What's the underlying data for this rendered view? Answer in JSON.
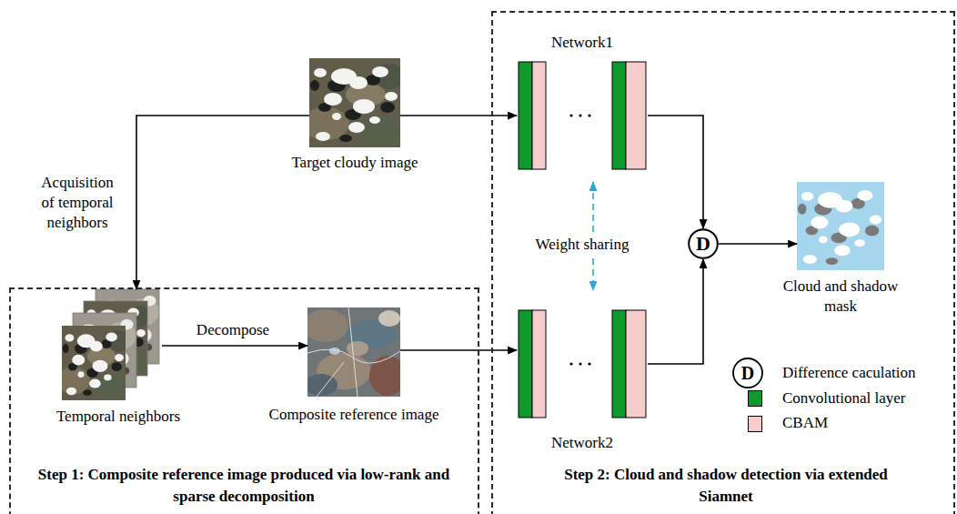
{
  "diagram": {
    "nodes": [
      {
        "text": [
          "Target cloudy image"
        ]
      },
      {
        "text": [
          "Step 1: Composite reference image produced via low-rank and sparse decomposition"
        ]
      },
      {
        "text": [
          "Temporal neighbors"
        ],
        "in": 1
      },
      {
        "text": [
          "Composite reference image"
        ],
        "in": 1
      },
      {
        "text": [
          "Step 2: Cloud and shadow detection via extended Siamnet"
        ]
      },
      {
        "text": [
          "Network1"
        ],
        "in": 4
      },
      {
        "text": [
          "Network2"
        ],
        "in": 4
      },
      {
        "text": [
          "D"
        ],
        "in": 4
      },
      {
        "text": [
          "Cloud and shadow mask"
        ],
        "in": 4
      }
    ],
    "edges": [
      {
        "from": 0,
        "to": 2,
        "arrow": "to",
        "label": "Acquisition of temporal neighbors"
      },
      {
        "from": 0,
        "to": 5,
        "arrow": "to"
      },
      {
        "from": 2,
        "to": 3,
        "arrow": "to",
        "label": "Decompose"
      },
      {
        "from": 3,
        "to": 6,
        "arrow": "to"
      },
      {
        "from": 5,
        "to": 7,
        "arrow": "to"
      },
      {
        "from": 6,
        "to": 7,
        "arrow": "to"
      },
      {
        "from": 7,
        "to": 8,
        "arrow": "to"
      },
      {
        "from": 5,
        "to": 6,
        "arrow": "both",
        "label": "Weight sharing"
      }
    ],
    "labels": [
      "D"
    ],
    "legend": [
      {
        "text": "Difference caculation"
      },
      {
        "text": "Convolutional layer",
        "color": "#0f9a2e"
      },
      {
        "text": "CBAM",
        "color": "#f6cdcd"
      }
    ]
  }
}
